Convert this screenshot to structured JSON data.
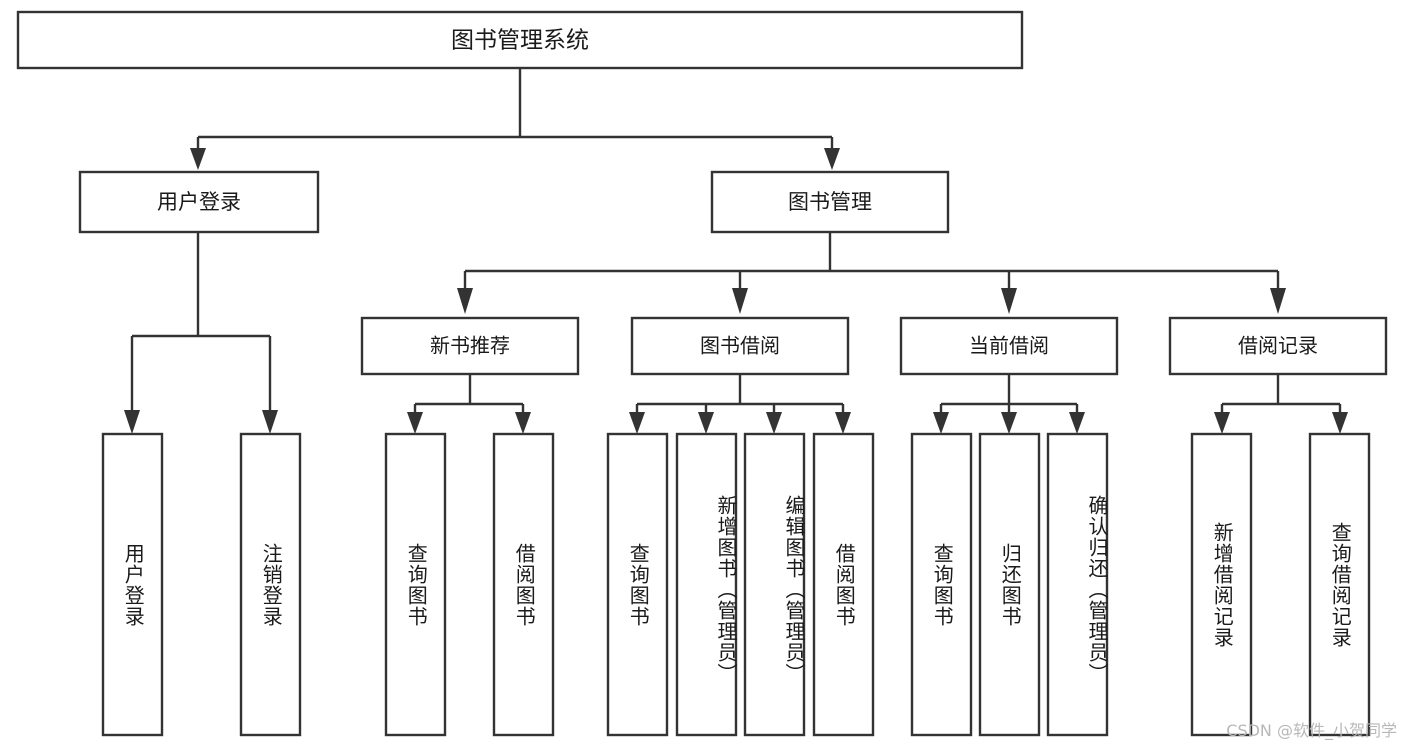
{
  "diagram": {
    "type": "tree",
    "title": "图书管理系统",
    "stroke_color": "#333333",
    "box_fill": "#ffffff",
    "background": "#ffffff",
    "watermark": "CSDN @软件_小贺同学",
    "root": {
      "label": "图书管理系统"
    },
    "level1": [
      {
        "label": "用户登录"
      },
      {
        "label": "图书管理"
      }
    ],
    "level2": [
      {
        "label": "新书推荐"
      },
      {
        "label": "图书借阅"
      },
      {
        "label": "当前借阅"
      },
      {
        "label": "借阅记录"
      }
    ],
    "leaves": {
      "user_login": [
        {
          "label": "用户登录"
        },
        {
          "label": "注销登录"
        }
      ],
      "new_book_recommend": [
        {
          "label": "查询图书"
        },
        {
          "label": "借阅图书"
        }
      ],
      "book_borrow": [
        {
          "label": "查询图书"
        },
        {
          "label": "新增图书（管理员）"
        },
        {
          "label": "编辑图书（管理员）"
        },
        {
          "label": "借阅图书"
        }
      ],
      "current_borrow": [
        {
          "label": "查询图书"
        },
        {
          "label": "归还图书"
        },
        {
          "label": "确认归还（管理员）"
        }
      ],
      "borrow_record": [
        {
          "label": "新增借阅记录"
        },
        {
          "label": "查询借阅记录"
        }
      ]
    }
  }
}
